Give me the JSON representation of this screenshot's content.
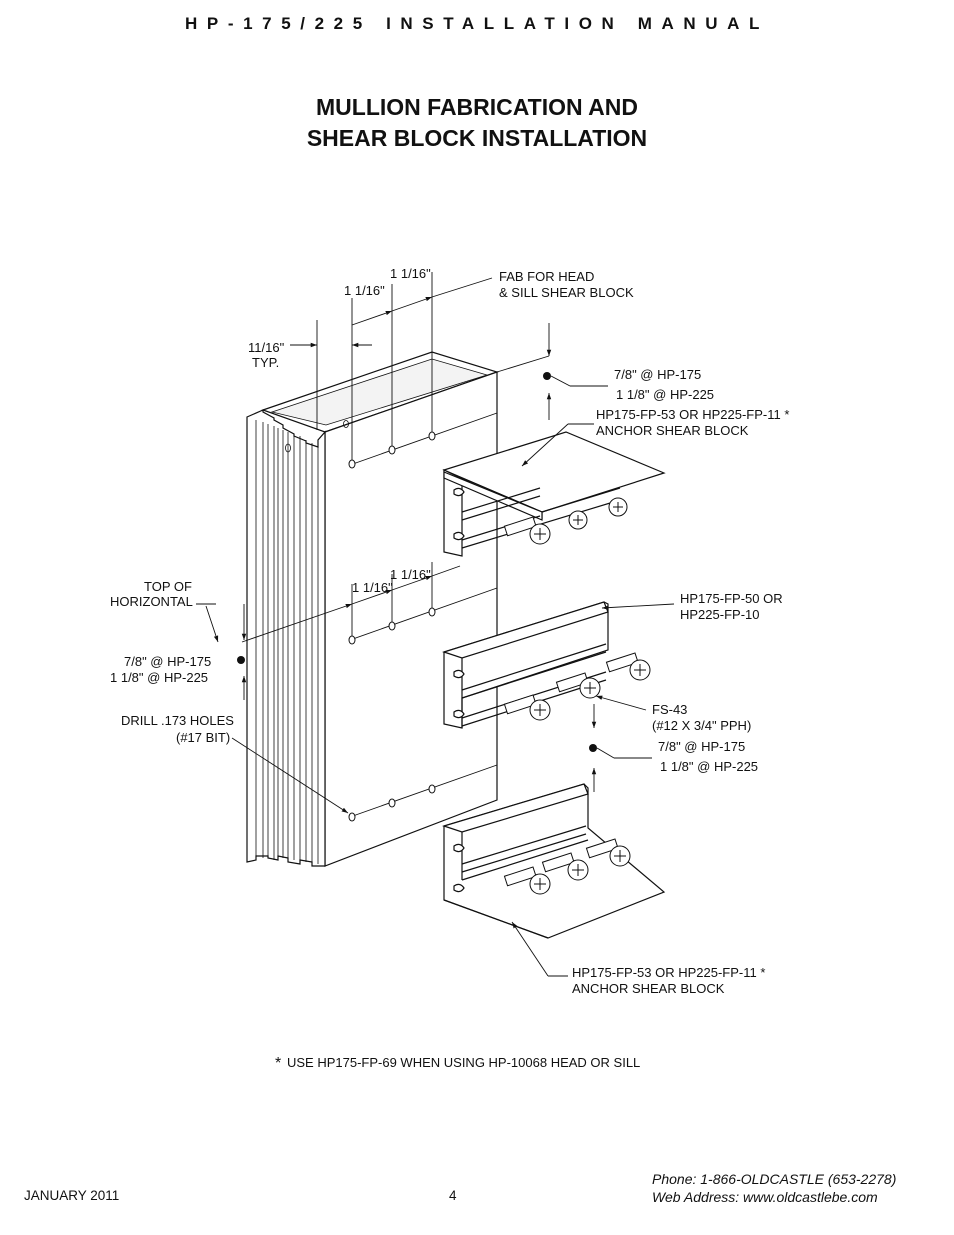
{
  "header": {
    "manual_title": "HP-175/225 INSTALLATION MANUAL"
  },
  "page_title": {
    "line1": "MULLION FABRICATION AND",
    "line2": "SHEAR BLOCK INSTALLATION"
  },
  "labels": {
    "dim_top_1": "1  1/16\"",
    "dim_top_2": "1  1/16\"",
    "fab_note_1": "FAB FOR HEAD",
    "fab_note_2": "& SILL SHEAR BLOCK",
    "wall_dim_1": "11/16\"",
    "wall_dim_2": "TYP.",
    "top_offset_1": "7/8\" @ HP-175",
    "top_offset_2": "1  1/8\" @ HP-225",
    "top_block_1": "HP175-FP-53 OR HP225-FP-11 *",
    "top_block_2": "ANCHOR SHEAR BLOCK",
    "mid_dim_1": "1  1/16\"",
    "mid_dim_2": "1  1/16\"",
    "top_horizontal_1": "TOP OF",
    "top_horizontal_2": "HORIZONTAL",
    "mid_block_1": "HP175-FP-50 OR",
    "mid_block_2": "HP225-FP-10",
    "left_offset_1": "7/8\" @ HP-175",
    "left_offset_2": "1  1/8\" @ HP-225",
    "drill_1": "DRILL .173 HOLES",
    "drill_2": "(#17 BIT)",
    "screw_1": "FS-43",
    "screw_2": "(#12 X 3/4\" PPH)",
    "right_offset_1": "7/8\" @ HP-175",
    "right_offset_2": "1  1/8\" @ HP-225",
    "bottom_block_1": "HP175-FP-53 OR HP225-FP-11 *",
    "bottom_block_2": "ANCHOR SHEAR BLOCK",
    "footnote_star": "*",
    "footnote": "USE HP175-FP-69 WHEN USING HP-10068 HEAD OR SILL"
  },
  "footer": {
    "date": "JANUARY 2011",
    "page_number": "4",
    "phone": "Phone: 1-866-OLDCASTLE (653-2278)",
    "web": "Web Address: www.oldcastlebe.com"
  }
}
